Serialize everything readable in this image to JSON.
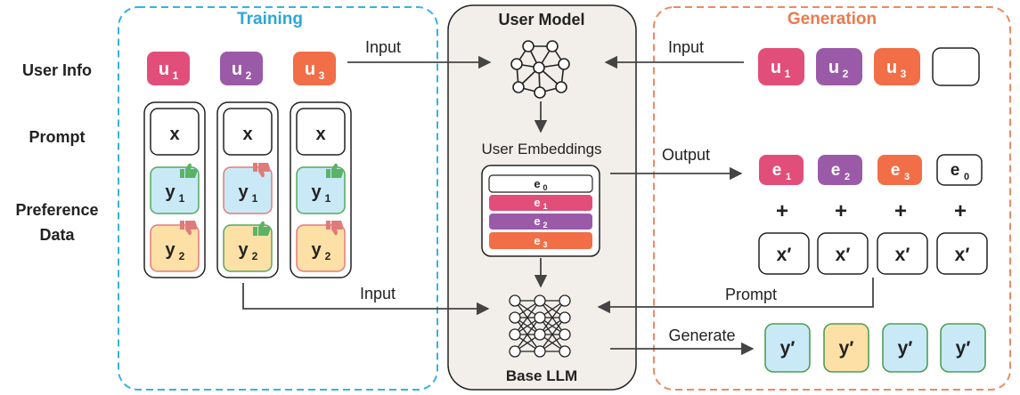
{
  "panels": {
    "training": {
      "title": "Training",
      "title_color": "#2ea6d8",
      "border_color": "#37b2e0"
    },
    "user_model": {
      "title": "User Model",
      "bottom_label": "Base LLM"
    },
    "generation": {
      "title": "Generation",
      "title_color": "#ea7a4f",
      "border_color": "#ec8a66"
    }
  },
  "row_labels": {
    "user_info": "User Info",
    "prompt": "Prompt",
    "preference_line1": "Preference",
    "preference_line2": "Data"
  },
  "training": {
    "users": [
      {
        "base": "u",
        "sub": "1",
        "color": "#e24e7a"
      },
      {
        "base": "u",
        "sub": "2",
        "color": "#9b5aa8"
      },
      {
        "base": "u",
        "sub": "3",
        "color": "#f16e47"
      }
    ],
    "prompt_label": "x",
    "samples": [
      {
        "top": {
          "base": "y",
          "sub": "1",
          "fill": "#c9e9f7",
          "border": "#53a85a",
          "thumb": "up"
        },
        "bottom": {
          "base": "y",
          "sub": "2",
          "fill": "#fde0a5",
          "border": "#e47a7a",
          "thumb": "down"
        }
      },
      {
        "top": {
          "base": "y",
          "sub": "1",
          "fill": "#c9e9f7",
          "border": "#e47a7a",
          "thumb": "down"
        },
        "bottom": {
          "base": "y",
          "sub": "2",
          "fill": "#fde0a5",
          "border": "#53a85a",
          "thumb": "up"
        }
      },
      {
        "top": {
          "base": "y",
          "sub": "1",
          "fill": "#c9e9f7",
          "border": "#53a85a",
          "thumb": "up"
        },
        "bottom": {
          "base": "y",
          "sub": "2",
          "fill": "#fde0a5",
          "border": "#e47a7a",
          "thumb": "down"
        }
      }
    ]
  },
  "user_embeddings": {
    "label": "User Embeddings",
    "stack": [
      {
        "base": "e",
        "sub": "0",
        "color": "#ffffff",
        "text_color": "#222222"
      },
      {
        "base": "e",
        "sub": "1",
        "color": "#e24e7a",
        "text_color": "#ffffff"
      },
      {
        "base": "e",
        "sub": "2",
        "color": "#9b5aa8",
        "text_color": "#ffffff"
      },
      {
        "base": "e",
        "sub": "3",
        "color": "#f16e47",
        "text_color": "#ffffff"
      }
    ]
  },
  "arrows": {
    "input_top": "Input",
    "input_right": "Input",
    "output": "Output",
    "input_bottom": "Input",
    "prompt": "Prompt",
    "generate": "Generate"
  },
  "generation": {
    "users": [
      {
        "base": "u",
        "sub": "1",
        "color": "#e24e7a"
      },
      {
        "base": "u",
        "sub": "2",
        "color": "#9b5aa8"
      },
      {
        "base": "u",
        "sub": "3",
        "color": "#f16e47"
      },
      {
        "base": "",
        "sub": "",
        "color": "#ffffff"
      }
    ],
    "embeddings": [
      {
        "base": "e",
        "sub": "1",
        "color": "#e24e7a",
        "text_color": "#ffffff"
      },
      {
        "base": "e",
        "sub": "2",
        "color": "#9b5aa8",
        "text_color": "#ffffff"
      },
      {
        "base": "e",
        "sub": "3",
        "color": "#f16e47",
        "text_color": "#ffffff"
      },
      {
        "base": "e",
        "sub": "0",
        "color": "#ffffff",
        "text_color": "#222222"
      }
    ],
    "plus": "+",
    "prompt_label": "x′",
    "outputs": [
      {
        "label": "y′",
        "fill": "#c9e9f7"
      },
      {
        "label": "y′",
        "fill": "#fde0a5"
      },
      {
        "label": "y′",
        "fill": "#c9e9f7"
      },
      {
        "label": "y′",
        "fill": "#c9e9f7"
      }
    ],
    "output_border": "#4f9e55"
  }
}
